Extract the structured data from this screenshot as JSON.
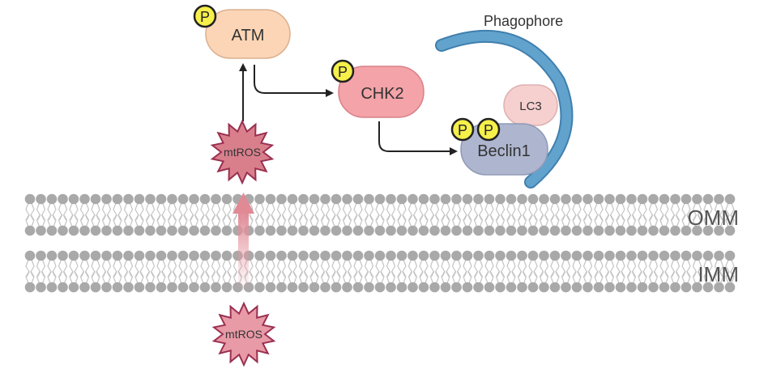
{
  "labels": {
    "atm": "ATM",
    "chk2": "CHK2",
    "beclin1": "Beclin1",
    "lc3": "LC3",
    "phagophore": "Phagophore",
    "mtros_upper": "mtROS",
    "mtros_lower": "mtROS",
    "omm": "OMM",
    "imm": "IMM",
    "phospho": "P"
  },
  "colors": {
    "atm": "#fbd5b5",
    "chk2": "#f4a3a8",
    "beclin1": "#aeb6cf",
    "lc3": "#f6cfcf",
    "phagophore": "#5b9dc8",
    "mtros": "#d97f8c",
    "phospho": "#f6f04a",
    "lipid": "#a9a9a9"
  }
}
